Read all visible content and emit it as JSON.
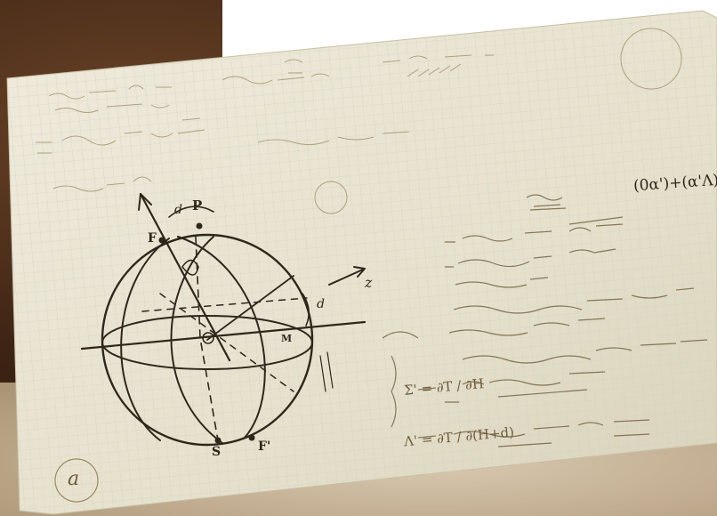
{
  "photo": {
    "subject": "handwritten notes on graph paper with a sphere sketch",
    "colors": {
      "paper": "#e9e4d0",
      "ink": "#3a2f20",
      "faint_ink": "#8b7a55",
      "grid": "#cfd5c8",
      "backdrop_dark": "#3d2414",
      "table": "#c9b698"
    }
  },
  "labels": {
    "P": "P",
    "F": "F",
    "F_prime": "F'",
    "S": "S",
    "d": "d",
    "z": "z",
    "M": "M",
    "circled_a": "a"
  },
  "notes": {
    "eq_top_right": "(0α')+(α'Λ)",
    "eq_mid_1": "Σ' = ∂T / ∂H",
    "eq_mid_2": "Λ' = ∂T / ∂(H+d)"
  }
}
